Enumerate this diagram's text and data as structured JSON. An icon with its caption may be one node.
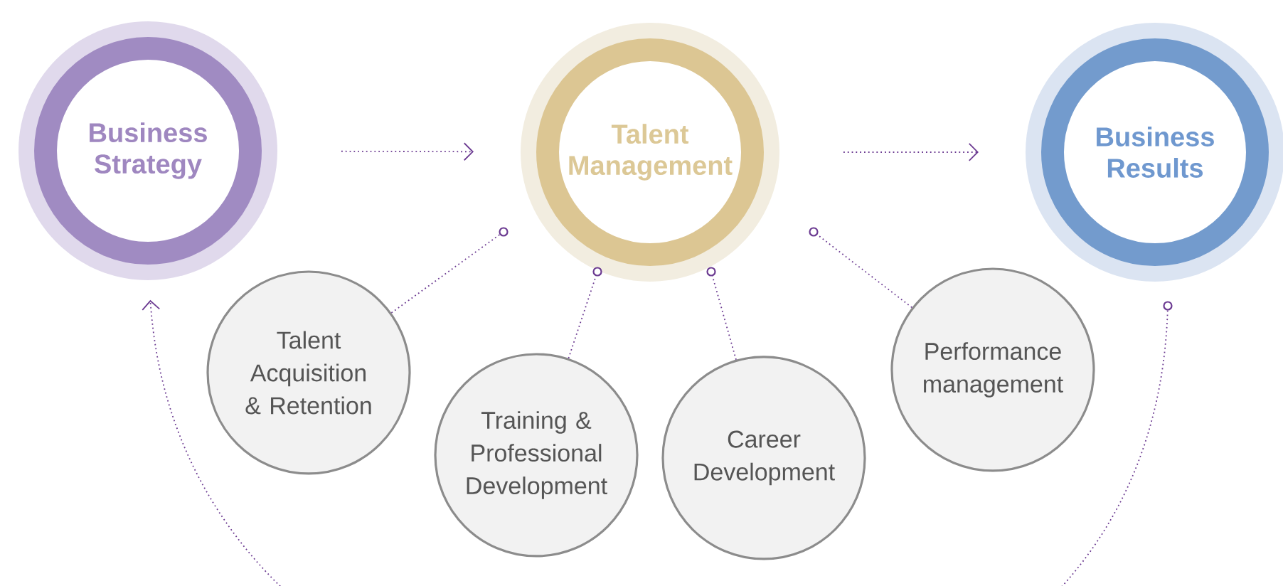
{
  "diagram": {
    "nodes": [
      {
        "text": [
          "Business Strategy"
        ]
      },
      {
        "text": [
          "Talent Management"
        ]
      },
      {
        "text": [
          "Business Results"
        ]
      },
      {
        "text": [
          "Talent Acquisition & Retention"
        ]
      },
      {
        "text": [
          "Training & Professional Development"
        ]
      },
      {
        "text": [
          "Career Development"
        ]
      },
      {
        "text": [
          "Performance management"
        ]
      },
      {
        "text": [],
        "shape": "circle"
      },
      {
        "text": [],
        "shape": "circle"
      },
      {
        "text": [],
        "shape": "circle"
      },
      {
        "text": [],
        "shape": "circle"
      },
      {
        "text": [],
        "shape": "circle"
      }
    ],
    "edges": [
      {
        "from": 0,
        "to": 1,
        "arrow": "to"
      },
      {
        "from": 1,
        "to": 2,
        "arrow": "to"
      },
      {
        "from": 3,
        "to": 7,
        "arrow": "none"
      },
      {
        "from": 4,
        "to": 8,
        "arrow": "none"
      },
      {
        "from": 5,
        "to": 9,
        "arrow": "none"
      },
      {
        "from": 6,
        "to": 10,
        "arrow": "none"
      },
      {
        "from": 11,
        "to": 0,
        "arrow": "to"
      }
    ]
  }
}
